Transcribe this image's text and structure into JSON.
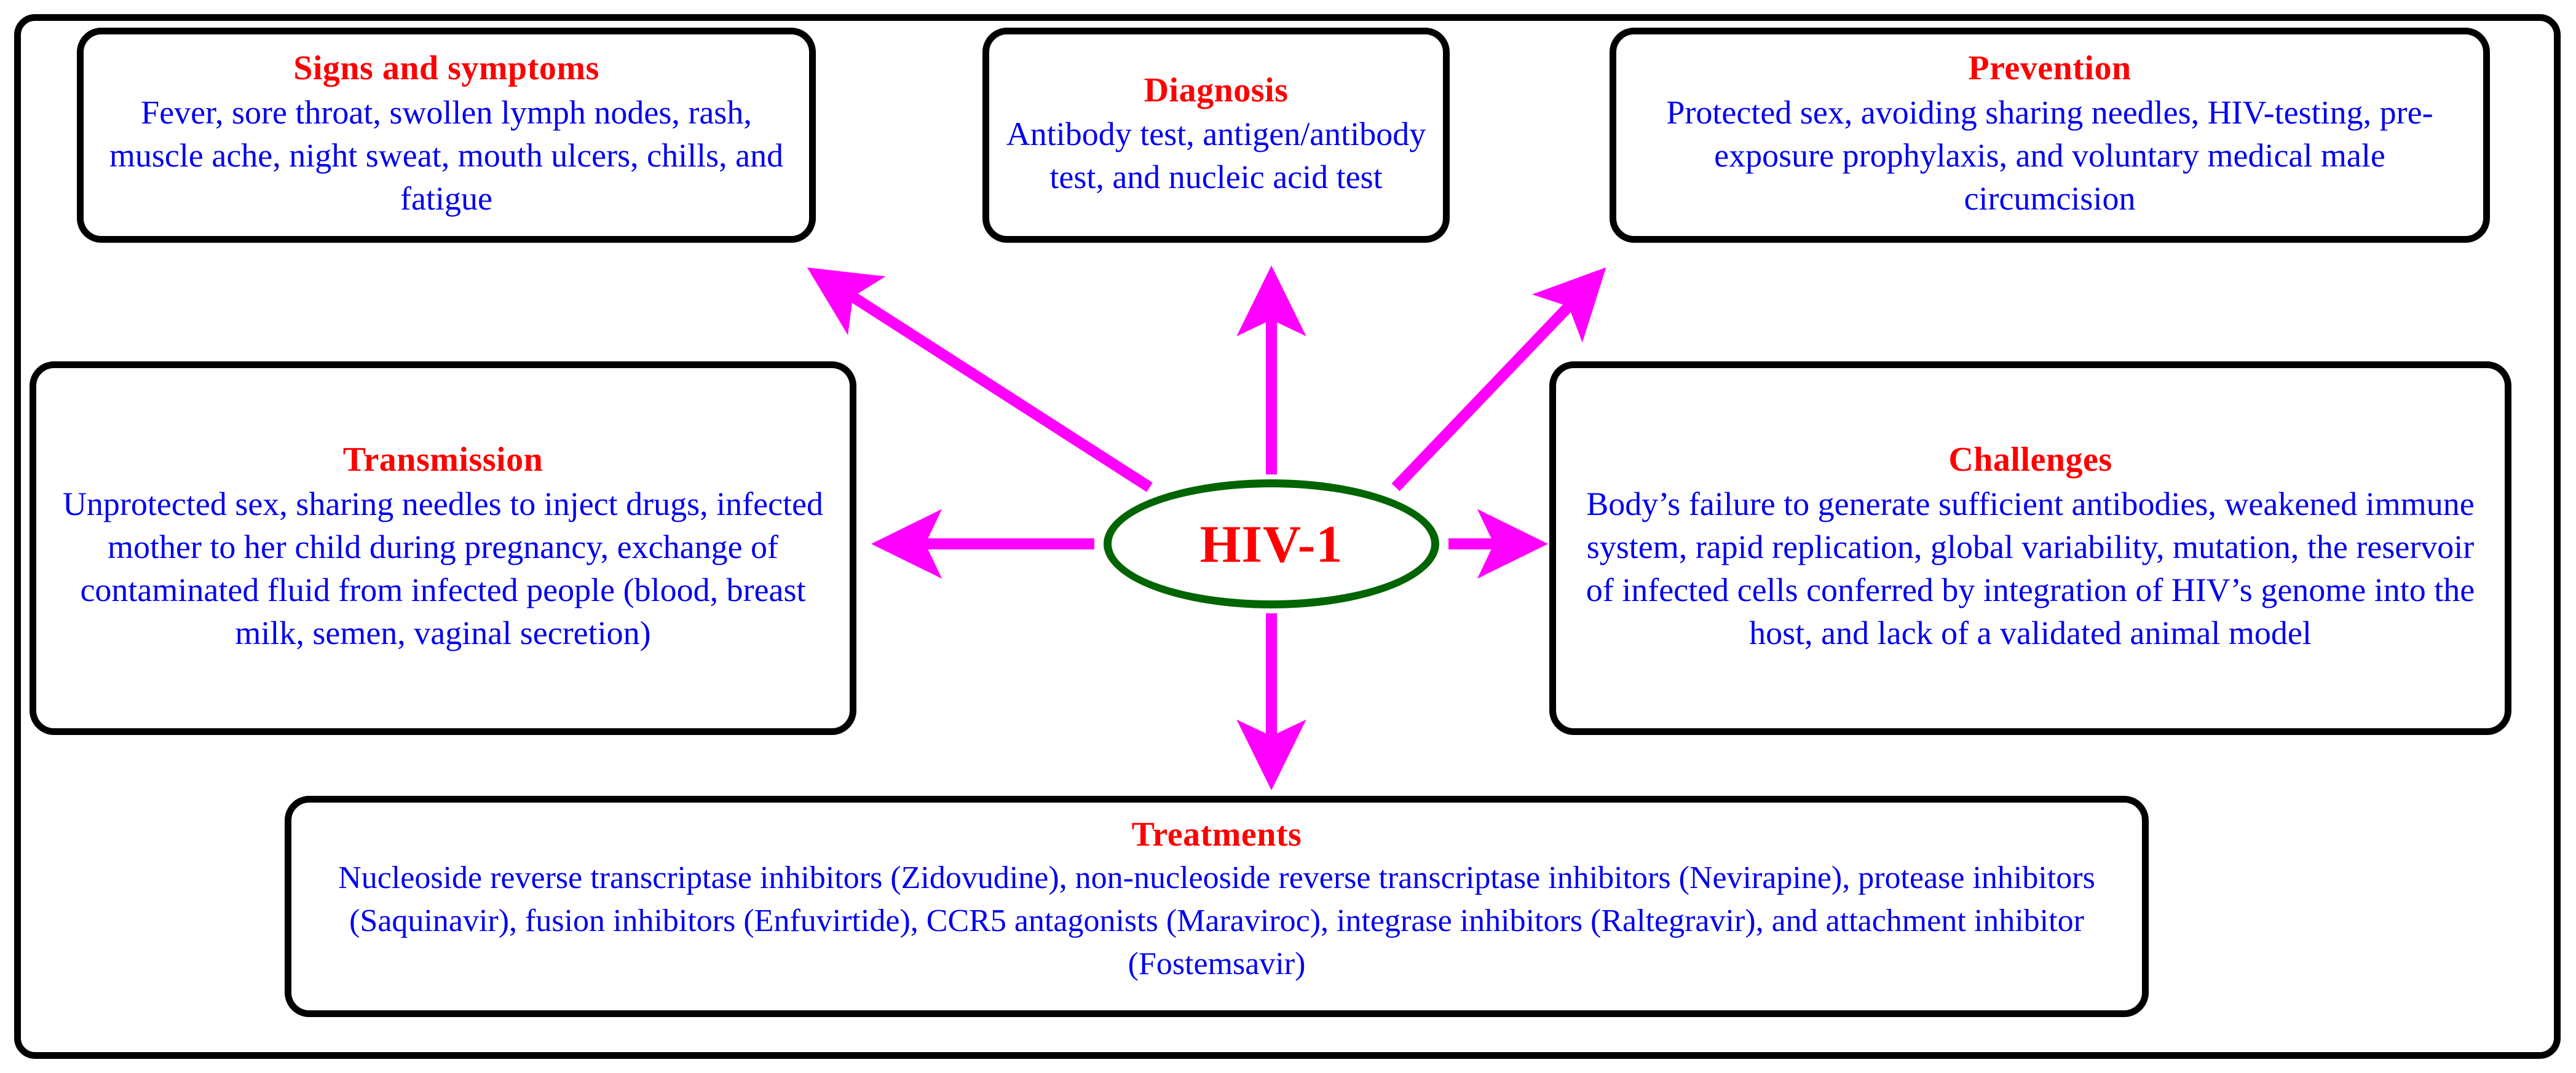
{
  "figure": {
    "center_node": {
      "label": "HIV-1",
      "shape": "ellipse",
      "outline_color": "#006400",
      "text_color": "#ff0000"
    },
    "title_color": "#ff0000",
    "body_color": "#0000ee",
    "arrow_color": "#ff00ff",
    "border_color": "#000000",
    "nodes": [
      {
        "id": "signs",
        "title": "Signs and symptoms",
        "body": "Fever, sore throat, swollen lymph nodes, rash, muscle ache, night sweat, mouth ulcers, chills, and fatigue"
      },
      {
        "id": "diagnosis",
        "title": "Diagnosis",
        "body": "Antibody test, antigen/antibody test, and nucleic acid test"
      },
      {
        "id": "prevention",
        "title": "Prevention",
        "body": "Protected sex, avoiding sharing needles, HIV-testing, pre-exposure prophylaxis, and voluntary medical male circumcision"
      },
      {
        "id": "transmission",
        "title": "Transmission",
        "body": "Unprotected sex, sharing needles to inject drugs, infected mother to her child during pregnancy, exchange of contaminated fluid from infected people (blood, breast milk, semen, vaginal secretion)"
      },
      {
        "id": "challenges",
        "title": "Challenges",
        "body": "Body’s failure to generate sufficient antibodies, weakened immune system, rapid replication, global variability, mutation, the reservoir of infected cells conferred by integration of HIV’s genome into the host, and lack of a validated animal model"
      },
      {
        "id": "treatments",
        "title": "Treatments",
        "body": "Nucleoside reverse transcriptase inhibitors (Zidovudine), non-nucleoside reverse transcriptase inhibitors (Nevirapine), protease inhibitors (Saquinavir), fusion inhibitors (Enfuvirtide), CCR5 antagonists (Maraviroc), integrase inhibitors (Raltegravir), and attachment inhibitor (Fostemsavir)"
      }
    ],
    "connections": [
      {
        "from": "HIV-1",
        "to": "signs",
        "direction": "up-left"
      },
      {
        "from": "HIV-1",
        "to": "diagnosis",
        "direction": "up"
      },
      {
        "from": "HIV-1",
        "to": "prevention",
        "direction": "up-right"
      },
      {
        "from": "HIV-1",
        "to": "transmission",
        "direction": "left"
      },
      {
        "from": "HIV-1",
        "to": "challenges",
        "direction": "right"
      },
      {
        "from": "HIV-1",
        "to": "treatments",
        "direction": "down"
      }
    ]
  }
}
